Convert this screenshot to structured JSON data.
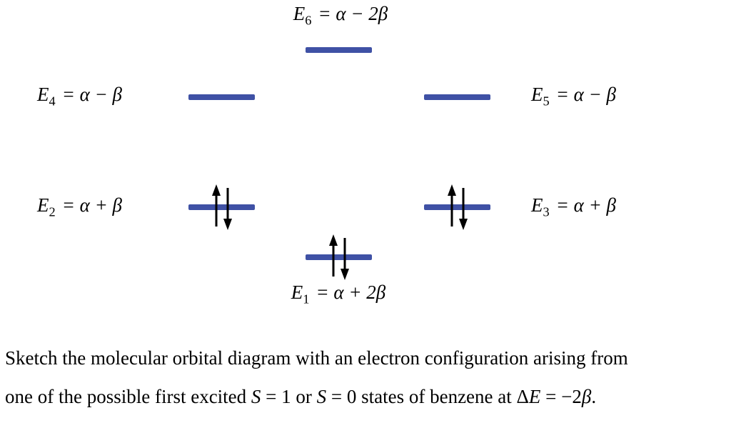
{
  "diagram": {
    "bar_color": "#3f51a5",
    "arrow_color": "#000000",
    "levels": {
      "e6": {
        "symbol": "E",
        "sub": "6",
        "expr": "= α − 2β",
        "occupied": false
      },
      "e4": {
        "symbol": "E",
        "sub": "4",
        "expr": "= α − β",
        "occupied": false
      },
      "e5": {
        "symbol": "E",
        "sub": "5",
        "expr": "= α − β",
        "occupied": false
      },
      "e2": {
        "symbol": "E",
        "sub": "2",
        "expr": "= α + β",
        "occupied": true
      },
      "e3": {
        "symbol": "E",
        "sub": "3",
        "expr": "= α + β",
        "occupied": true
      },
      "e1": {
        "symbol": "E",
        "sub": "1",
        "expr": "= α + 2β",
        "occupied": true
      }
    }
  },
  "caption": {
    "line1": [
      {
        "t": "Sketch the molecular orbital diagram with an electron configuration arising from"
      }
    ],
    "line2": [
      {
        "t": "one of the possible first excited "
      },
      {
        "t": "S",
        "i": true
      },
      {
        "t": " = 1 or "
      },
      {
        "t": "S",
        "i": true
      },
      {
        "t": " = 0 states of benzene at Δ"
      },
      {
        "t": "E",
        "i": true
      },
      {
        "t": " = −2"
      },
      {
        "t": "β",
        "i": true
      },
      {
        "t": "."
      }
    ]
  }
}
